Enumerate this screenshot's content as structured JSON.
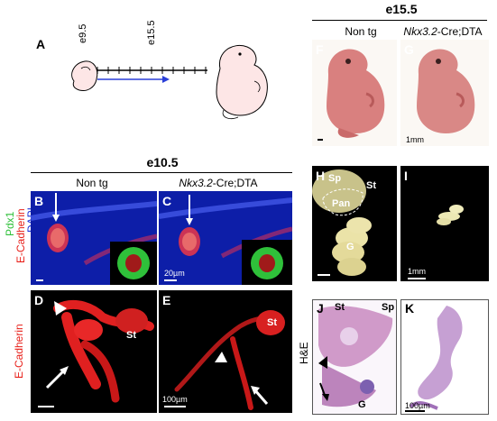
{
  "panels": {
    "A": "A",
    "B": "B",
    "C": "C",
    "D": "D",
    "E": "E",
    "F": "F",
    "G": "G",
    "H": "H",
    "I": "I",
    "J": "J",
    "K": "K"
  },
  "timeline": {
    "start": "e9.5",
    "end": "e15.5"
  },
  "headers": {
    "e155": "e15.5",
    "e105": "e10.5"
  },
  "columns": {
    "non_tg": "Non tg",
    "cre_gene": "Nkx3.2",
    "cre_rest": "-Cre;DTA"
  },
  "stain_labels": {
    "pdx1": "Pdx1",
    "ecad": "E-Cadherin",
    "dapi": "DAPI",
    "ecad2": "E-Cadherin",
    "he": "H&E"
  },
  "scale_bars": {
    "c": "20µm",
    "e": "100µm",
    "g": "1mm",
    "i": "1mm",
    "k": "100µm"
  },
  "tissue_labels": {
    "d_st": "St",
    "e_st": "St",
    "h_sp": "Sp",
    "h_st": "St",
    "h_pan": "Pan",
    "h_g": "G",
    "j_st": "St",
    "j_sp": "Sp",
    "j_g": "G"
  },
  "colors": {
    "dapi_blue": "#1a2fd8",
    "ecad_red": "#e8201a",
    "pdx1_green": "#2fc03a"
  }
}
